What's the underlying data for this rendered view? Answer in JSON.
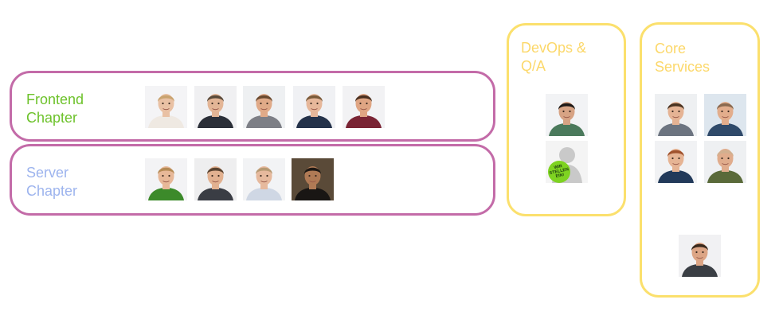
{
  "chapters": [
    {
      "label": "Frontend\nChapter",
      "members": [
        {
          "icon": "person-photo",
          "skin": "#e9c1a4",
          "hair": "#c9a370",
          "shirt": "#efe9e2",
          "bg": "#f4f4f6"
        },
        {
          "icon": "person-photo",
          "skin": "#e3b596",
          "hair": "#5a4a3a",
          "shirt": "#2b2f38",
          "bg": "#f0f0f2"
        },
        {
          "icon": "person-photo",
          "skin": "#e0aa88",
          "hair": "#6a4a30",
          "shirt": "#7d7f86",
          "bg": "#eef0f2"
        },
        {
          "icon": "person-photo",
          "skin": "#e6b79a",
          "hair": "#7a5a3a",
          "shirt": "#24324a",
          "bg": "#f0f1f4"
        },
        {
          "icon": "person-photo",
          "skin": "#dfa583",
          "hair": "#4a3020",
          "shirt": "#7a2434",
          "bg": "#f2f2f4"
        }
      ]
    },
    {
      "label": "Server\nChapter",
      "members": [
        {
          "icon": "person-photo",
          "skin": "#e7b898",
          "hair": "#b58a55",
          "shirt": "#3c8a2a",
          "bg": "#f3f3f5"
        },
        {
          "icon": "person-photo",
          "skin": "#e2b190",
          "hair": "#5a4330",
          "shirt": "#3a3d44",
          "bg": "#eeeeef"
        },
        {
          "icon": "person-photo",
          "skin": "#e6b99d",
          "hair": "#b79a74",
          "shirt": "#cfd7e4",
          "bg": "#f2f3f5"
        },
        {
          "icon": "person-photo",
          "skin": "#b07a55",
          "hair": "#1e1814",
          "shirt": "#191614",
          "bg": "#5a4a38"
        }
      ]
    }
  ],
  "teams": [
    {
      "label": "DevOps &\nQ/A",
      "members": [
        {
          "icon": "person-photo",
          "skin": "#d7a384",
          "hair": "#1f1a18",
          "shirt": "#4b7a5c",
          "bg": "#f2f3f5"
        },
        {
          "icon": "placeholder-silhouette",
          "badge": "WIR\nSTELLEN\nEIN!",
          "badge_color": "#7ed321"
        }
      ]
    },
    {
      "label": "Core\nServices",
      "members": [
        {
          "icon": "person-photo",
          "skin": "#e5b394",
          "hair": "#4a3422",
          "shirt": "#6c7480",
          "bg": "#eef0f2"
        },
        {
          "icon": "person-photo",
          "skin": "#e2ad8c",
          "hair": "#8a6a50",
          "shirt": "#2f4a6a",
          "bg": "#dde6ee"
        },
        {
          "icon": "person-photo",
          "skin": "#e6b494",
          "hair": "#a0522d",
          "shirt": "#223a5a",
          "bg": "#f1f2f4"
        },
        {
          "icon": "person-photo",
          "skin": "#e0ac8c",
          "hair": "#d2b090",
          "shirt": "#5a6a3a",
          "bg": "#eef0f2"
        },
        {
          "icon": "person-photo",
          "skin": "#dca585",
          "hair": "#3a2a1e",
          "shirt": "#3a3e44",
          "bg": "#f1f1f3"
        }
      ]
    }
  ]
}
